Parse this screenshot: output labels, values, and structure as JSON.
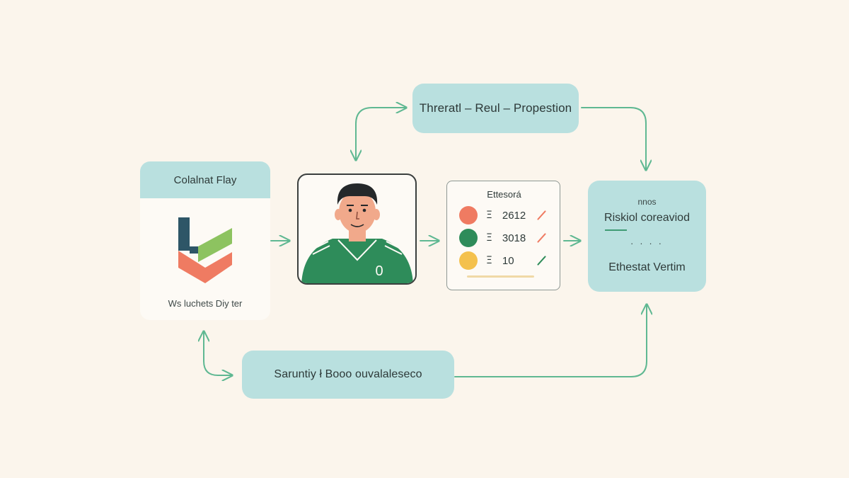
{
  "colors": {
    "background": "#fbf5ec",
    "node_fill": "#b9e0df",
    "arrow": "#5fb892",
    "jersey": "#2e8c5a",
    "dot_red": "#ef7b62",
    "dot_green": "#2e8c5a",
    "dot_yellow": "#f4c14d",
    "logo_navy": "#2e5667",
    "logo_green": "#8dc360",
    "logo_orange": "#ef7b62"
  },
  "nodes": {
    "top": {
      "label": "Threratl – Reul – Propestion"
    },
    "left": {
      "header": "Colalnat Flay",
      "caption": "Ws luchets Diy ter",
      "icon": "shield-logo-icon"
    },
    "player": {
      "jersey_number": "0",
      "icon": "player-avatar-icon"
    },
    "stats": {
      "title": "Ettesorá",
      "rows": [
        {
          "symbol": "Ξ",
          "value": "2612",
          "dot": "red",
          "mark": "red"
        },
        {
          "symbol": "Ξ",
          "value": "3018",
          "dot": "green",
          "mark": "red"
        },
        {
          "symbol": "Ξ",
          "value": "10",
          "dot": "yellow",
          "mark": "green"
        }
      ]
    },
    "right": {
      "small": "nnos",
      "line1": "Riskiol coreaviod",
      "dots": ". . . .",
      "line2": "Ethestat Vertim"
    },
    "bottom": {
      "label": "Saruntiy ł Booo ouvalaleseco"
    }
  }
}
